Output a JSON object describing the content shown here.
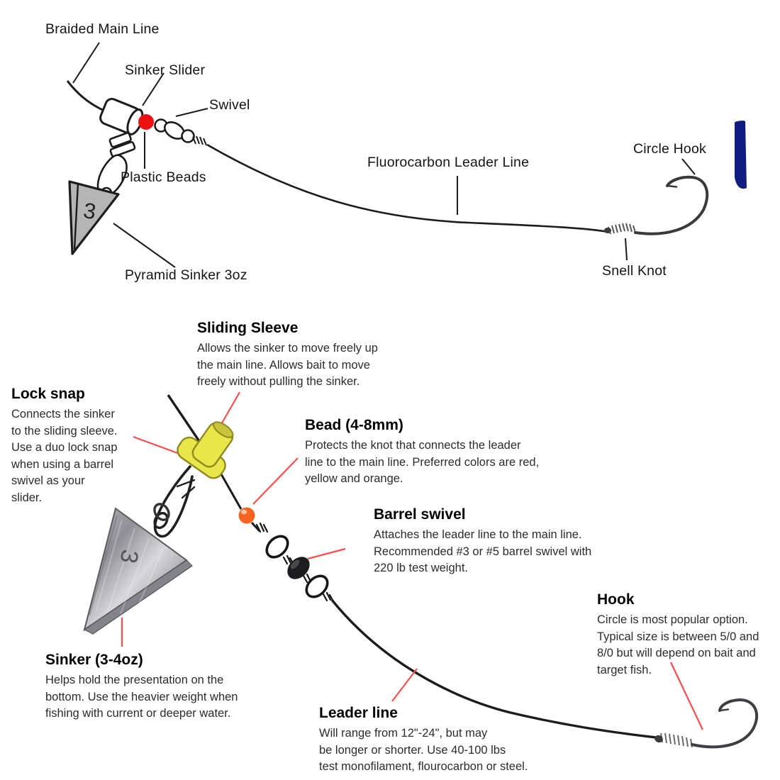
{
  "colors": {
    "pointer_red": "#ff4d4d",
    "bead_red": "#ee1111",
    "bead_orange": "#f96322",
    "sleeve_yellow": "#e9e64b",
    "navy_mark": "#101c80",
    "line_black": "#1c1c1c",
    "sinker_gray": "#b5b5b5"
  },
  "top": {
    "labels": {
      "braided_main_line": "Braided Main Line",
      "sinker_slider": "Sinker Slider",
      "swivel": "Swivel",
      "plastic_beads": "Plastic Beads",
      "pyramid_sinker": "Pyramid Sinker 3oz",
      "leader_line": "Fluorocarbon Leader Line",
      "circle_hook": "Circle Hook",
      "snell_knot": "Snell Knot"
    },
    "sinker_number": "3"
  },
  "bottom": {
    "sliding_sleeve": {
      "title": "Sliding Sleeve",
      "body": "Allows the sinker to move freely up\nthe main line. Allows bait to move\nfreely without pulling the sinker."
    },
    "lock_snap": {
      "title": "Lock snap",
      "body": "Connects the sinker\nto the sliding sleeve.\nUse a duo lock snap\nwhen using a barrel\nswivel as your\nslider."
    },
    "bead": {
      "title": "Bead (4-8mm)",
      "body": "Protects the knot that connects the leader\nline to the main line. Preferred colors are red,\nyellow and orange."
    },
    "barrel_swivel": {
      "title": "Barrel swivel",
      "body": "Attaches the leader line to the main line.\nRecommended #3 or #5 barrel swivel with\n220 lb test weight."
    },
    "hook": {
      "title": "Hook",
      "body": "Circle is most popular option.\nTypical size is between 5/0 and\n8/0 but will depend on bait and\ntarget fish."
    },
    "sinker": {
      "title": "Sinker (3-4oz)",
      "body": "Helps hold the presentation on the\nbottom. Use the heavier weight when\nfishing with current or deeper water."
    },
    "leader_line": {
      "title": "Leader line",
      "body": "Will range from 12\"-24\", but may\nbe longer or shorter. Use 40-100 lbs\ntest monofilament, flourocarbon or steel."
    },
    "sinker_number": "3"
  }
}
